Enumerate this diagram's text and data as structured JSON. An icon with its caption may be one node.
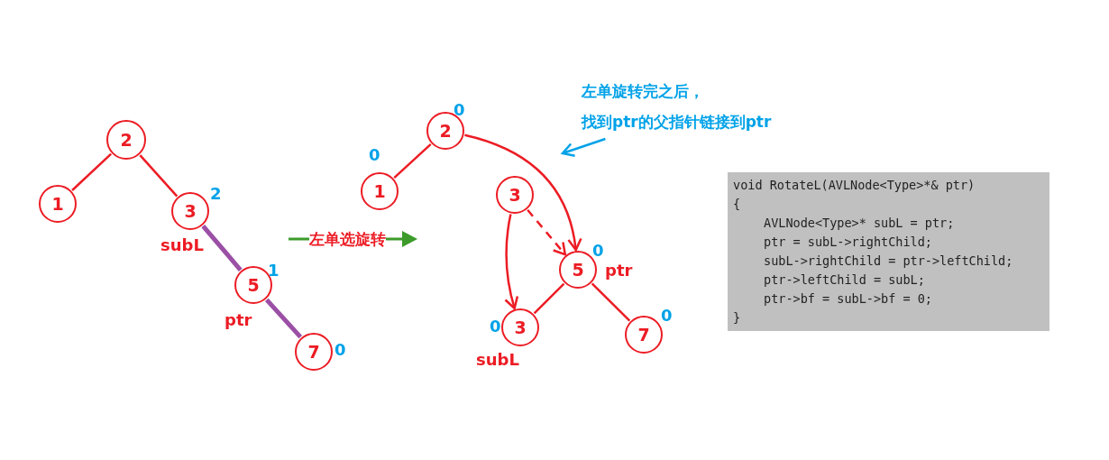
{
  "diagram": {
    "nodes": [
      {
        "text": [
          "2"
        ]
      },
      {
        "text": [
          "1"
        ]
      },
      {
        "text": [
          "3"
        ],
        "beside": [
          "2",
          "subL"
        ]
      },
      {
        "text": [
          "5"
        ],
        "beside": [
          "1",
          "ptr"
        ]
      },
      {
        "text": [
          "7"
        ],
        "beside": [
          "0"
        ]
      },
      {
        "text": [
          "2"
        ],
        "beside": [
          "0"
        ]
      },
      {
        "text": [
          "1"
        ],
        "beside": [
          "0"
        ]
      },
      {
        "text": [
          "3"
        ]
      },
      {
        "text": [
          "5"
        ],
        "beside": [
          "0",
          "ptr"
        ]
      },
      {
        "text": [
          "3"
        ],
        "beside": [
          "0",
          "subL"
        ]
      },
      {
        "text": [
          "7"
        ],
        "beside": [
          "0"
        ]
      },
      {
        "text": [
          "左单旋转完之后，",
          "找到ptr的父指针链接到ptr"
        ]
      },
      {
        "text": [
          "void RotateL(AVLNode<Type>*& ptr)",
          "{",
          "AVLNode<Type>* subL = ptr;",
          "ptr = subL->rightChild;",
          "subL->rightChild = ptr->leftChild;",
          "ptr->leftChild = subL;",
          "ptr->bf = subL->bf = 0;",
          "}"
        ]
      }
    ],
    "edges": [
      {
        "from": 0,
        "to": 1,
        "arrow": "none"
      },
      {
        "from": 0,
        "to": 2,
        "arrow": "none"
      },
      {
        "from": 2,
        "to": 3,
        "arrow": "none",
        "style": "thick",
        "color": "#9b4fa5"
      },
      {
        "from": 3,
        "to": 4,
        "arrow": "none",
        "style": "thick",
        "color": "#9b4fa5"
      },
      {
        "from": 5,
        "to": 6,
        "arrow": "none"
      },
      {
        "from": 5,
        "to": 8,
        "arrow": "to"
      },
      {
        "from": 7,
        "to": 8,
        "arrow": "to",
        "style": "dashed"
      },
      {
        "from": 7,
        "to": 9,
        "arrow": "to"
      },
      {
        "from": 8,
        "to": 9,
        "arrow": "none"
      },
      {
        "from": 8,
        "to": 10,
        "arrow": "none"
      },
      {
        "from": 11,
        "to": null,
        "arrow": "to",
        "color": "#00a2e8"
      }
    ],
    "labels": [
      "左单选旋转"
    ]
  }
}
